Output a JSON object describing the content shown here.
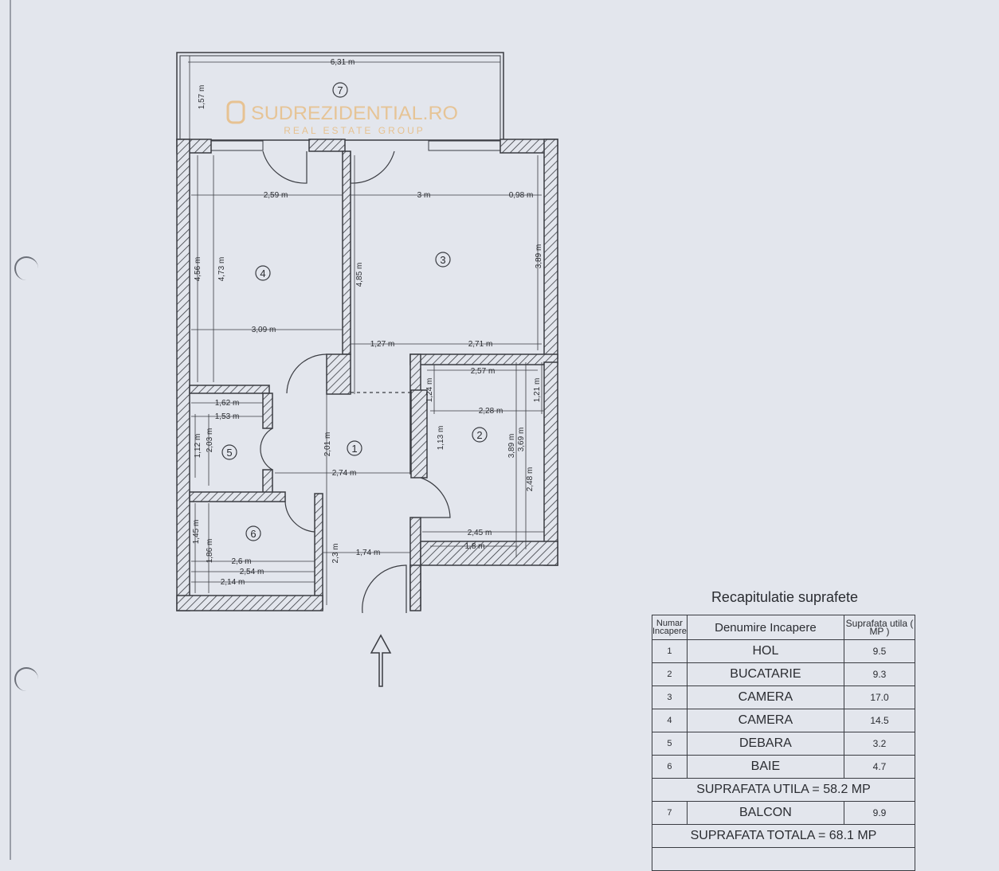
{
  "plan": {
    "rooms": [
      {
        "number": "1"
      },
      {
        "number": "2"
      },
      {
        "number": "3"
      },
      {
        "number": "4"
      },
      {
        "number": "5"
      },
      {
        "number": "6"
      },
      {
        "number": "7"
      }
    ],
    "dimensions": {
      "balcony_width": "6,31 m",
      "balcony_depth": "1,57 m",
      "r4_width_top": "2,59 m",
      "r3_width": "3 m",
      "r3_right": "0,98 m",
      "r4_h1": "4,56 m",
      "r4_h2": "4,73 m",
      "r4_h3": "4,85 m",
      "r3_h": "3,89 m",
      "r4_width_bottom": "3,09 m",
      "hall_top1": "1,27 m",
      "hall_top2": "2,71 m",
      "k_w1": "2,57 m",
      "k_h1": "1,24 m",
      "k_h2": "1,21 m",
      "k_w2": "2,28 m",
      "k_h3": "1,13 m",
      "k_h4": "3,89 m",
      "k_h5": "3,69 m",
      "k_h6": "2,48 m",
      "k_w3": "2,45 m",
      "k_w4": "1,8 m",
      "d_w1": "1,62 m",
      "d_w2": "1,53 m",
      "d_h1": "1,12 m",
      "d_h2": "2,03 m",
      "hall_h": "2,01 m",
      "hall_w": "2,74 m",
      "hall_w2": "1,74 m",
      "hall_h2": "2,3 m",
      "b_h1": "1,45 m",
      "b_h2": "1,86 m",
      "b_w1": "2,6 m",
      "b_w2": "2,54 m",
      "b_w3": "2,14 m"
    },
    "watermark": {
      "brand": "SUDREZIDENTIAL.RO",
      "tagline": "REAL ESTATE GROUP"
    }
  },
  "recap": {
    "title": "Recapitulatie suprafete",
    "headers": {
      "number": "Numar Incapere",
      "name": "Denumire Incapere",
      "area": "Suprafata utila ( MP )"
    },
    "rows": [
      {
        "number": "1",
        "name": "HOL",
        "area": "9.5"
      },
      {
        "number": "2",
        "name": "BUCATARIE",
        "area": "9.3"
      },
      {
        "number": "3",
        "name": "CAMERA",
        "area": "17.0"
      },
      {
        "number": "4",
        "name": "CAMERA",
        "area": "14.5"
      },
      {
        "number": "5",
        "name": "DEBARA",
        "area": "3.2"
      },
      {
        "number": "6",
        "name": "BAIE",
        "area": "4.7"
      }
    ],
    "usable_total": "SUPRAFATA UTILA = 58.2 MP",
    "balcony": {
      "number": "7",
      "name": "BALCON",
      "area": "9.9"
    },
    "grand_total": "SUPRAFATA  TOTALA = 68.1 MP"
  }
}
